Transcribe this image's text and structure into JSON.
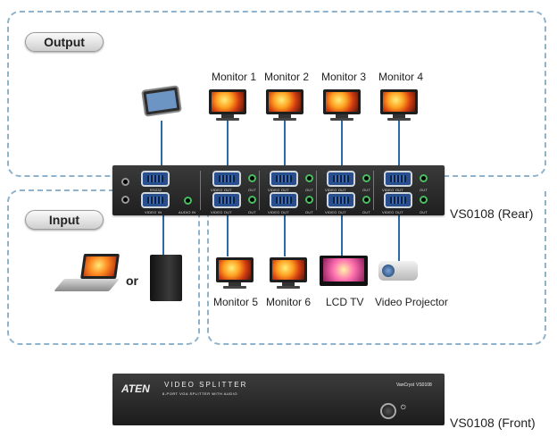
{
  "sections": {
    "output_label": "Output",
    "input_label": "Input"
  },
  "monitors_top": [
    "Monitor 1",
    "Monitor 2",
    "Monitor 3",
    "Monitor 4"
  ],
  "monitors_bottom": [
    "Monitor 5",
    "Monitor 6",
    "LCD TV",
    "Video Projector"
  ],
  "or_label": "or",
  "rear_model": "VS0108 (Rear)",
  "front_model": "VS0108 (Front)",
  "rear_panel": {
    "rs232": "RS232",
    "video_in": "VIDEO IN",
    "audio_in": "AUDIO IN",
    "video_out": "VIDEO OUT",
    "out": "OUT"
  },
  "front_panel": {
    "brand": "ATEN",
    "product": "VIDEO SPLITTER",
    "subtitle": "8-PORT VGA SPLITTER WITH AUDIO",
    "series": "VanCryst",
    "model": "VS0108"
  },
  "colors": {
    "wire": "#2a6aa8",
    "frame": "#8fb3cc"
  }
}
